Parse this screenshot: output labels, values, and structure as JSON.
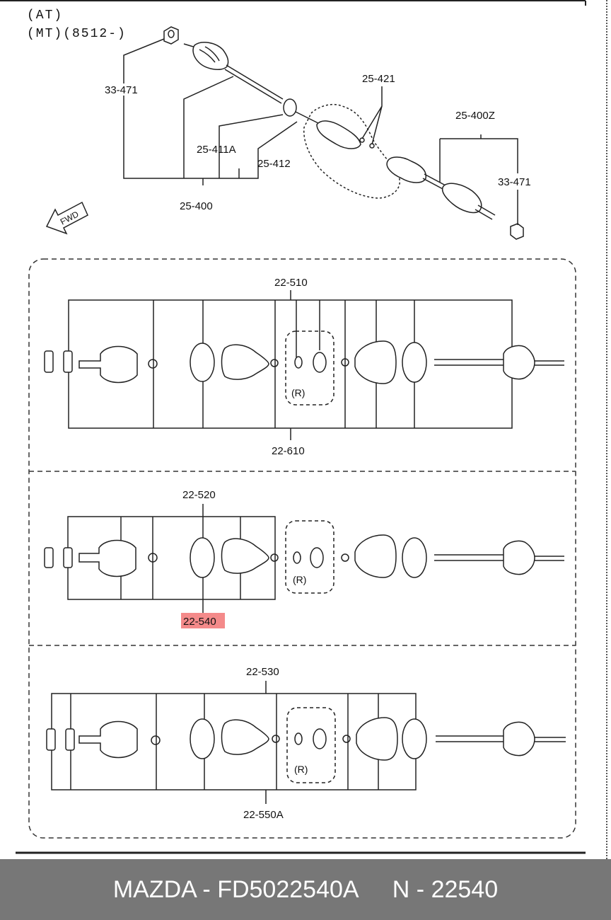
{
  "header": {
    "line1": "(AT)",
    "line2": "(MT)(8512-)"
  },
  "top_labels": {
    "l_33_471_left": "33-471",
    "l_25_421": "25-421",
    "l_25_400z": "25-400Z",
    "l_25_411a": "25-411A",
    "l_25_412": "25-412",
    "l_25_400": "25-400",
    "l_33_471_right": "33-471",
    "fwd": "FWD"
  },
  "panel1": {
    "top": "22-510",
    "bottom": "22-610",
    "r": "(R)"
  },
  "panel2": {
    "top": "22-520",
    "bottom": "22-540",
    "r": "(R)"
  },
  "panel3": {
    "top": "22-530",
    "bottom": "22-550A",
    "r": "(R)"
  },
  "colors": {
    "highlight": "#f48a8a",
    "footer_bg": "#777777"
  },
  "footer": {
    "brand_part": "MAZDA - FD5022540A",
    "ref": "N - 22540"
  }
}
